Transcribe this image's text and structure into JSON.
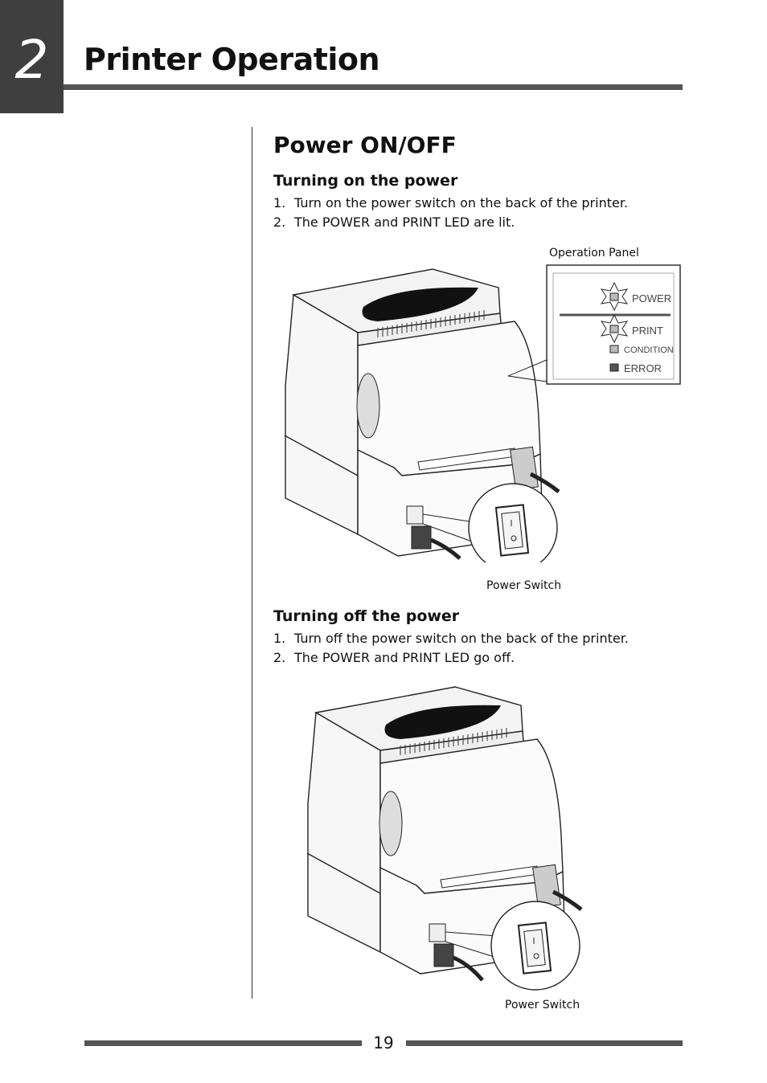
{
  "chapter": {
    "number": "2",
    "title": "Printer Operation"
  },
  "section": {
    "title": "Power ON/OFF"
  },
  "power_on": {
    "heading": "Turning on the power",
    "steps": [
      {
        "num": "1.",
        "text": "Turn on the power switch on the back of the printer."
      },
      {
        "num": "2.",
        "text": "The POWER and PRINT LED are lit."
      }
    ],
    "panel_caption": "Operation Panel",
    "panel_labels": [
      "POWER",
      "PRINT",
      "CONDITION",
      "ERROR"
    ],
    "switch_caption": "Power Switch"
  },
  "power_off": {
    "heading": "Turning off the power",
    "steps": [
      {
        "num": "1.",
        "text": "Turn off the power switch on the back of the printer."
      },
      {
        "num": "2.",
        "text": "The POWER and PRINT LED go off."
      }
    ],
    "switch_caption": "Power Switch"
  },
  "footer": {
    "page_number": "19"
  }
}
